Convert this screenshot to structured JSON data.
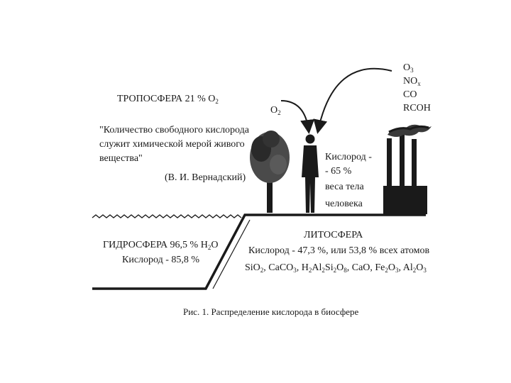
{
  "troposphere": {
    "title": "ТРОПОСФЕРА  21 %  O",
    "title_sub": "2"
  },
  "quote": {
    "line1": "\"Количество свободного кислорода",
    "line2": "служит химической мерой живого",
    "line3": "вещества\"",
    "author": "(В. И. Вернадский)"
  },
  "o2_label": {
    "text": "O",
    "sub": "2"
  },
  "pollutants": {
    "o3": "O",
    "o3_sub": "3",
    "nox": "NO",
    "nox_sub": "x",
    "co": "CO",
    "rcoh": "RCOH"
  },
  "human": {
    "line1": "Кислород -",
    "line2": "- 65 %",
    "line3": "веса тела",
    "line4": "человека"
  },
  "hydrosphere": {
    "title": "ГИДРОСФЕРА  96,5 %  H",
    "title_sub": "2",
    "title_end": "O",
    "oxygen": "Кислород - 85,8 %"
  },
  "lithosphere": {
    "title": "ЛИТОСФЕРА",
    "oxygen": "Кислород - 47,3 %, или 53,8 % всех атомов",
    "compounds": [
      {
        "parts": [
          "SiO",
          "2",
          ", CaCO",
          "3",
          ", "
        ]
      },
      {
        "parts": [
          "H",
          "2",
          "Al",
          "2",
          "Si",
          "2",
          "O",
          "8",
          ", "
        ]
      },
      {
        "parts": [
          "CaO, Fe",
          "2",
          "O",
          "3",
          ", Al",
          "2",
          "O",
          "3",
          ""
        ]
      }
    ]
  },
  "caption": "Рис. 1.  Распределение кислорода в биосфере"
}
